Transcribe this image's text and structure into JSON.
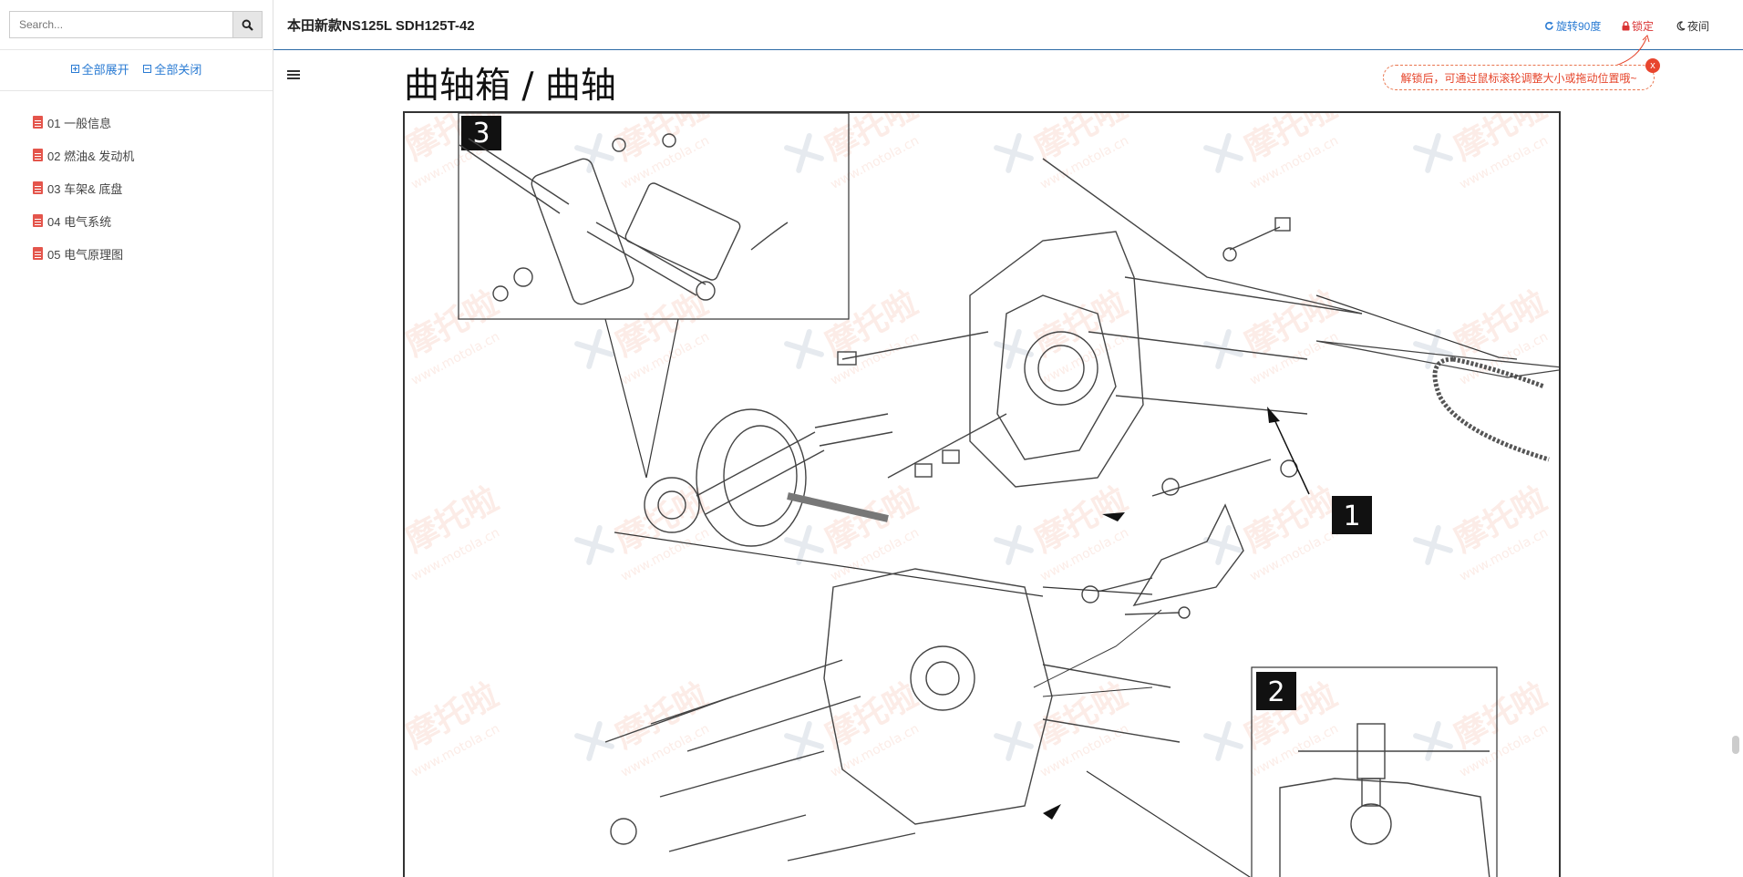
{
  "sidebar": {
    "search": {
      "placeholder": "Search...",
      "button_icon": "search-icon"
    },
    "expand_all": "全部展开",
    "collapse_all": "全部关闭",
    "items": [
      {
        "label": "01 一般信息",
        "icon": "file-icon"
      },
      {
        "label": "02 燃油& 发动机",
        "icon": "file-icon"
      },
      {
        "label": "03 车架& 底盘",
        "icon": "file-icon"
      },
      {
        "label": "04 电气系统",
        "icon": "file-icon"
      },
      {
        "label": "05 电气原理图",
        "icon": "file-icon"
      }
    ]
  },
  "header": {
    "title": "本田新款NS125L SDH125T-42",
    "rotate": "旋转90度",
    "lock": "锁定",
    "night": "夜间"
  },
  "tooltip": {
    "text": "解锁后，可通过鼠标滚轮调整大小或拖动位置哦~",
    "close": "x"
  },
  "page": {
    "heading": "曲轴箱 / 曲轴",
    "callouts": [
      "3",
      "1",
      "2"
    ],
    "watermark": {
      "brand": "摩托啦",
      "url": "www.motola.cn"
    }
  },
  "colors": {
    "accent": "#2a7bd3",
    "lock": "#d93333",
    "tooltip": "#e6452b",
    "file_icon": "#e4554c"
  }
}
